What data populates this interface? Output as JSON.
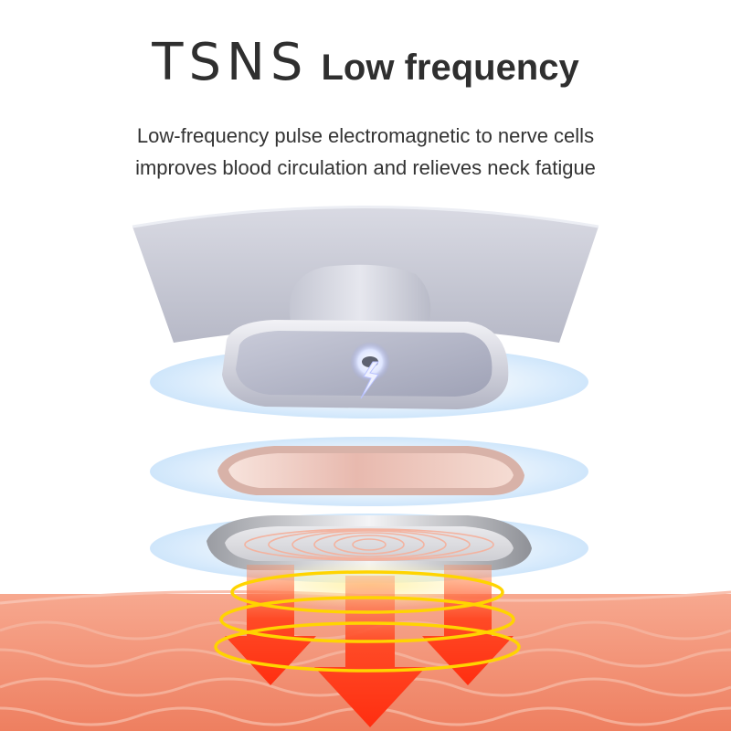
{
  "header": {
    "brand": "TSNS",
    "subtitle": "Low frequency"
  },
  "description": {
    "line1": "Low-frequency pulse electromagnetic to nerve cells",
    "line2": "improves blood circulation and relieves neck fatigue"
  },
  "palette": {
    "heading_text": "#2f2f2f",
    "body_text": "#333333",
    "device_gray": "#c9cbd6",
    "rose_plate": "#e8b9ae",
    "silver_plate": "#d9d9db",
    "glow_blue": "#cfe6fb",
    "muscle_red": "#f08a6c",
    "arrow_red": "#ff3d1f",
    "ring_yellow": "#ffd400"
  },
  "icons": [
    "lightning-spark-icon",
    "down-arrow-icon",
    "pulse-ring-icon"
  ]
}
